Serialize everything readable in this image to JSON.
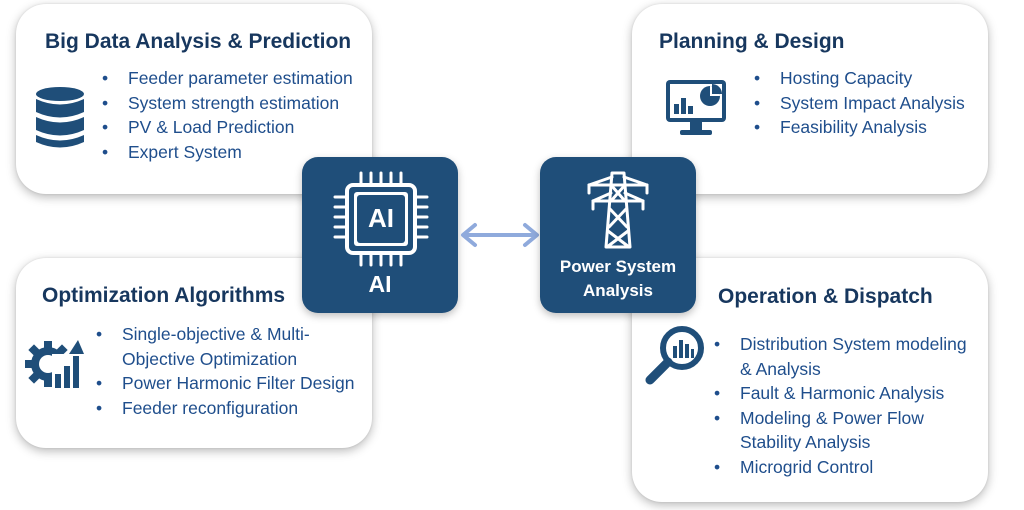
{
  "cards": {
    "big_data": {
      "title": "Big Data Analysis & Prediction",
      "icon": "database-icon",
      "items": [
        "Feeder parameter estimation",
        "System strength estimation",
        "PV & Load Prediction",
        "Expert System"
      ]
    },
    "planning": {
      "title": "Planning & Design",
      "icon": "monitor-chart-icon",
      "items": [
        "Hosting Capacity",
        "System Impact Analysis",
        "Feasibility Analysis"
      ]
    },
    "optimization": {
      "title": "Optimization Algorithms",
      "icon": "gear-chart-icon",
      "items": [
        "Single-objective & Multi-",
        "Objective Optimization",
        "Power Harmonic Filter Design",
        "Feeder reconfiguration"
      ]
    },
    "operation": {
      "title": "Operation & Dispatch",
      "icon": "magnifier-chart-icon",
      "items": [
        "Distribution System modeling",
        "& Analysis",
        "Fault & Harmonic Analysis",
        "Modeling & Power Flow",
        "Stability Analysis",
        "Microgrid Control"
      ]
    }
  },
  "hubs": {
    "ai": {
      "chip_text": "AI",
      "label": "AI",
      "icon": "ai-chip-icon"
    },
    "power": {
      "label_line1": "Power System",
      "label_line2": "Analysis",
      "icon": "transmission-tower-icon"
    }
  },
  "colors": {
    "hub_fill": "#1f4e79",
    "title_text": "#17375e",
    "bullet_text": "#1f4e8c",
    "arrow": "#8faadc"
  }
}
